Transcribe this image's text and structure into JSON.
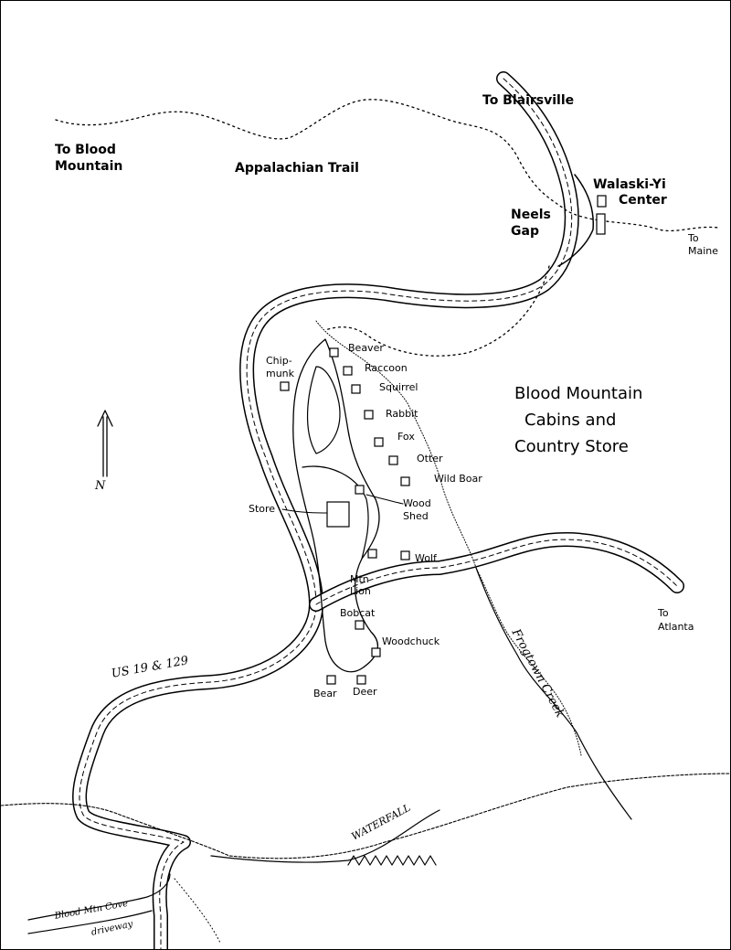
{
  "map": {
    "labels": {
      "to_blairsville": "To Blairsville",
      "to_blood_mountain_1": "To Blood",
      "to_blood_mountain_2": "Mountain",
      "appalachian_trail": "Appalachian Trail",
      "walaski_yi_1": "Walaski-Yi",
      "walaski_yi_2": "Center",
      "neels_gap_1": "Neels",
      "neels_gap_2": "Gap",
      "to_maine_1": "To",
      "to_maine_2": "Maine",
      "title_1": "Blood Mountain",
      "title_2": "Cabins and",
      "title_3": "Country Store",
      "north": "N",
      "to_atlanta_1": "To",
      "to_atlanta_2": "Atlanta",
      "highway": "US 19 & 129",
      "frogtown_creek": "Frogtown Creek",
      "waterfall": "WATERFALL",
      "blood_mtn_cove": "Blood Mtn Cove",
      "driveway": "driveway",
      "store": "Store",
      "wood_shed_1": "Wood",
      "wood_shed_2": "Shed"
    },
    "cabins": {
      "beaver": "Beaver",
      "raccoon": "Raccoon",
      "squirrel": "Squirrel",
      "rabbit": "Rabbit",
      "fox": "Fox",
      "otter": "Otter",
      "wild_boar": "Wild Boar",
      "wolf": "Wolf",
      "chipmunk_1": "Chip-",
      "chipmunk_2": "munk",
      "mtn_lion_1": "Mtn",
      "mtn_lion_2": "Lion",
      "bobcat": "Bobcat",
      "woodchuck": "Woodchuck",
      "bear": "Bear",
      "deer": "Deer"
    }
  }
}
